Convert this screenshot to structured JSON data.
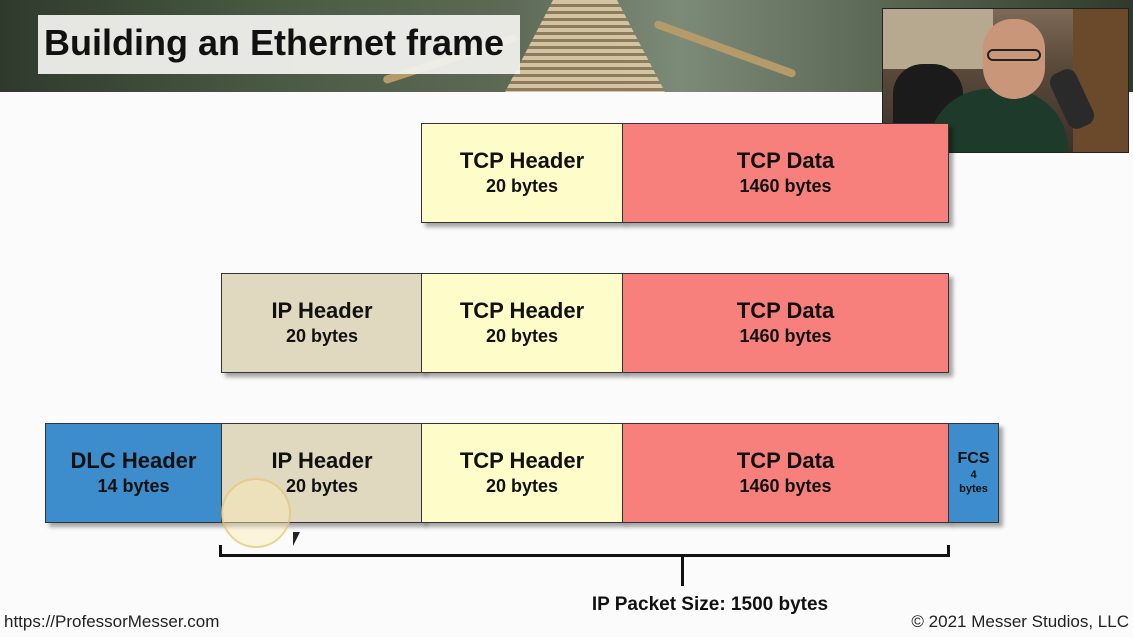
{
  "title": "Building an Ethernet frame",
  "rows": {
    "tcp": {
      "tcp_header": {
        "name": "TCP Header",
        "size": "20 bytes"
      },
      "tcp_data": {
        "name": "TCP Data",
        "size": "1460 bytes"
      }
    },
    "ip": {
      "ip_header": {
        "name": "IP Header",
        "size": "20 bytes"
      },
      "tcp_header": {
        "name": "TCP Header",
        "size": "20 bytes"
      },
      "tcp_data": {
        "name": "TCP Data",
        "size": "1460 bytes"
      }
    },
    "frame": {
      "dlc_header": {
        "name": "DLC Header",
        "size": "14 bytes"
      },
      "ip_header": {
        "name": "IP Header",
        "size": "20 bytes"
      },
      "tcp_header": {
        "name": "TCP Header",
        "size": "20 bytes"
      },
      "tcp_data": {
        "name": "TCP Data",
        "size": "1460 bytes"
      },
      "fcs": {
        "name": "FCS",
        "size_num": "4",
        "size_unit": "bytes"
      }
    }
  },
  "packet_size_label": "IP Packet Size: 1500 bytes",
  "footer": {
    "url": "https://ProfessorMesser.com",
    "copyright": "© 2021 Messer Studios, LLC"
  },
  "colors": {
    "tcp_header": "#fefdc9",
    "tcp_data": "#f7807c",
    "ip_header": "#e1d9bf",
    "dlc_header": "#3d8ccb",
    "fcs": "#3d8ccb"
  }
}
